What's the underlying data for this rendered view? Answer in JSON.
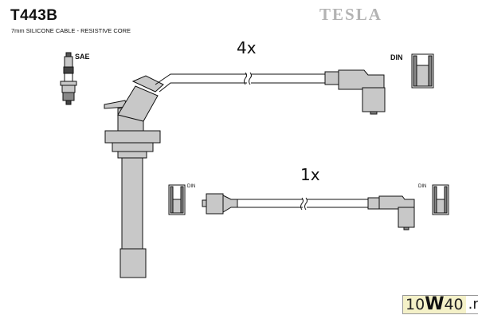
{
  "header": {
    "part_number": "T443B",
    "description": "7mm SILICONE CABLE - RESISTIVE CORE",
    "brand": "TESLA"
  },
  "quantities": {
    "long_lead": "4x",
    "short_lead": "1x"
  },
  "labels": {
    "spark_plug_standard": "SAE",
    "din_top": "DIN",
    "din_bottom_left": "DIN",
    "din_bottom_right": "DIN"
  },
  "watermark": {
    "prefix": "10",
    "emphasis": "W",
    "suffix": "40",
    "domain": ".ru"
  },
  "colors": {
    "part_fill": "#c8c8c8",
    "outline": "#111111",
    "brand": "#b3b3b3"
  }
}
